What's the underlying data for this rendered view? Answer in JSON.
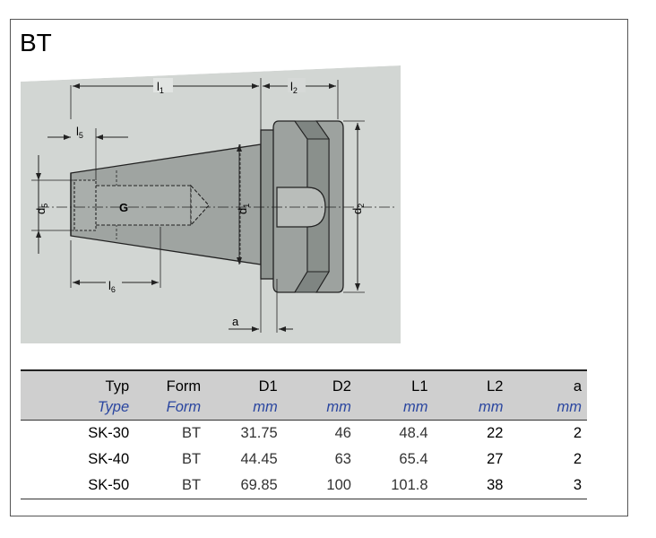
{
  "title": "BT",
  "drawing": {
    "labels": {
      "l1": "l",
      "l1_sub": "1",
      "l2": "l",
      "l2_sub": "2",
      "l5": "l",
      "l5_sub": "5",
      "l6": "l",
      "l6_sub": "6",
      "d1": "d",
      "d1_sub": "1",
      "d2": "d",
      "d2_sub": "2",
      "d5": "d",
      "d5_sub": "5",
      "g": "G",
      "a": "a"
    }
  },
  "table": {
    "headers": [
      "Typ",
      "Form",
      "D1",
      "D2",
      "L1",
      "L2",
      "a"
    ],
    "units": [
      "Type",
      "Form",
      "mm",
      "mm",
      "mm",
      "mm",
      "mm"
    ],
    "rows": [
      [
        "SK-30",
        "BT",
        "31.75",
        "46",
        "48.4",
        "22",
        "2"
      ],
      [
        "SK-40",
        "BT",
        "44.45",
        "63",
        "65.4",
        "27",
        "2"
      ],
      [
        "SK-50",
        "BT",
        "69.85",
        "100",
        "101.8",
        "38",
        "3"
      ]
    ]
  }
}
